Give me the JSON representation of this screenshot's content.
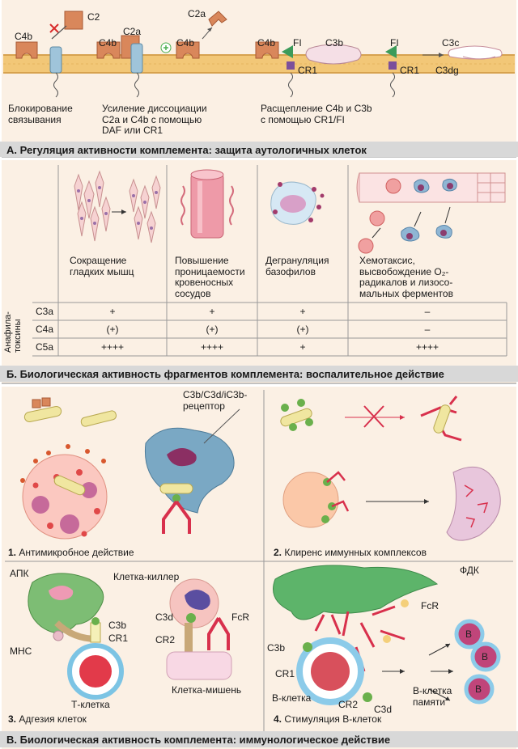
{
  "section_a": {
    "title": "A. Регуляция активности комплемента: защита аутологичных клеток",
    "labels": {
      "c2": "C2",
      "c4b_1": "C4b",
      "c4b_2": "C4b",
      "c2a_1": "C2a",
      "c4b_3": "C4b",
      "c2a_2": "C2a",
      "c4b_4": "C4b",
      "fi_1": "FI",
      "c3b": "C3b",
      "fi_2": "FI",
      "c3c": "C3c",
      "cr1_1": "CR1",
      "cr1_2": "CR1",
      "c3dg": "C3dg"
    },
    "captions": {
      "blocking": [
        "Блокирование",
        "связывания"
      ],
      "dissociation": [
        "Усиление диссоциации",
        "C2a и C4b с помощью",
        "DAF или CR1"
      ],
      "cleavage": [
        "Расщепление C4b и C3b",
        "с помощью CR1/FI"
      ]
    }
  },
  "section_b": {
    "title": "Б. Биологическая активность фрагментов комплемента: воспалительное действие",
    "columns": [
      [
        "Сокращение",
        "гладких мышц"
      ],
      [
        "Повышение",
        "проницаемости",
        "кровеносных",
        "сосудов"
      ],
      [
        "Дегрануляция",
        "базофилов"
      ],
      [
        "Хемотаксис,",
        "высвобождение O₂-",
        "радикалов и лизосо-",
        "мальных ферментов"
      ]
    ],
    "side_label": [
      "Анафила-",
      "токсины"
    ],
    "rows": [
      {
        "name": "C3a",
        "values": [
          "+",
          "+",
          "+",
          "–"
        ]
      },
      {
        "name": "C4a",
        "values": [
          "(+)",
          "(+)",
          "(+)",
          "–"
        ]
      },
      {
        "name": "C5a",
        "values": [
          "++++",
          "++++",
          "+",
          "++++"
        ]
      }
    ]
  },
  "section_c": {
    "title": "В. Биологическая активность комплемента: иммунологическое действие",
    "receptor_label": [
      "C3b/C3d/iC3b-",
      "рецептор"
    ],
    "panel1": {
      "num": "1.",
      "text": "Антимикробное действие"
    },
    "panel2": {
      "num": "2.",
      "text": "Клиренс иммунных комплексов"
    },
    "panel3": {
      "num": "3.",
      "text": "Адгезия клеток",
      "apk": "АПК",
      "killer": "Клетка-киллер",
      "c3b": "C3b",
      "cr1": "CR1",
      "mhc": "MHC",
      "tcell": "Т-клетка",
      "c3d": "C3d",
      "fcr": "FcR",
      "cr2": "CR2",
      "target": "Клетка-мишень"
    },
    "panel4": {
      "num": "4.",
      "text": "Стимуляция В-клеток",
      "fdk": "ФДК",
      "fcr": "FcR",
      "c3b": "C3b",
      "cr1": "CR1",
      "bcell": "В-клетка",
      "cr2": "CR2",
      "c3d": "C3d",
      "memory": [
        "В-клетка",
        "памяти"
      ],
      "b": "B"
    }
  }
}
